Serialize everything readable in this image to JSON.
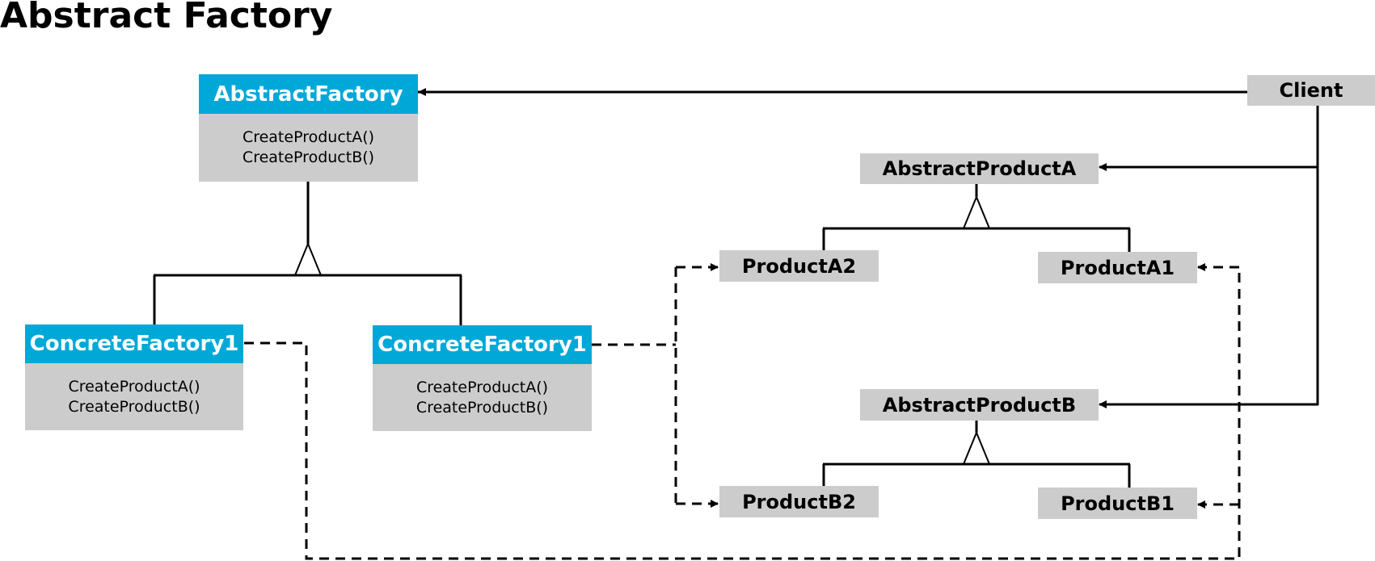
{
  "title": "Abstract Factory",
  "colors": {
    "header_blue": "#00a8d8",
    "box_gray": "#cccccc",
    "line": "#000000"
  },
  "nodes": {
    "abstract_factory": {
      "name": "AbstractFactory",
      "methods": [
        "CreateProductA()",
        "CreateProductB()"
      ]
    },
    "concrete_factory_left": {
      "name": "ConcreteFactory1",
      "methods": [
        "CreateProductA()",
        "CreateProductB()"
      ]
    },
    "concrete_factory_right": {
      "name": "ConcreteFactory1",
      "methods": [
        "CreateProductA()",
        "CreateProductB()"
      ]
    },
    "client": {
      "name": "Client"
    },
    "abstract_product_a": {
      "name": "AbstractProductA"
    },
    "product_a2": {
      "name": "ProductA2"
    },
    "product_a1": {
      "name": "ProductA1"
    },
    "abstract_product_b": {
      "name": "AbstractProductB"
    },
    "product_b2": {
      "name": "ProductB2"
    },
    "product_b1": {
      "name": "ProductB1"
    }
  },
  "edges": [
    {
      "from": "client",
      "to": "abstract_factory",
      "style": "solid-arrow"
    },
    {
      "from": "client",
      "to": "abstract_product_a",
      "style": "solid-arrow"
    },
    {
      "from": "client",
      "to": "abstract_product_b",
      "style": "solid-arrow"
    },
    {
      "from": "concrete_factory_left",
      "to": "abstract_factory",
      "style": "inheritance"
    },
    {
      "from": "concrete_factory_right",
      "to": "abstract_factory",
      "style": "inheritance"
    },
    {
      "from": "product_a2",
      "to": "abstract_product_a",
      "style": "inheritance"
    },
    {
      "from": "product_a1",
      "to": "abstract_product_a",
      "style": "inheritance"
    },
    {
      "from": "product_b2",
      "to": "abstract_product_b",
      "style": "inheritance"
    },
    {
      "from": "product_b1",
      "to": "abstract_product_b",
      "style": "inheritance"
    },
    {
      "from": "concrete_factory_right",
      "to": "product_a2",
      "style": "dashed-arrow"
    },
    {
      "from": "concrete_factory_right",
      "to": "product_b2",
      "style": "dashed-arrow"
    },
    {
      "from": "concrete_factory_left",
      "to": "product_a1",
      "style": "dashed-arrow"
    },
    {
      "from": "concrete_factory_left",
      "to": "product_b1",
      "style": "dashed-arrow"
    }
  ]
}
